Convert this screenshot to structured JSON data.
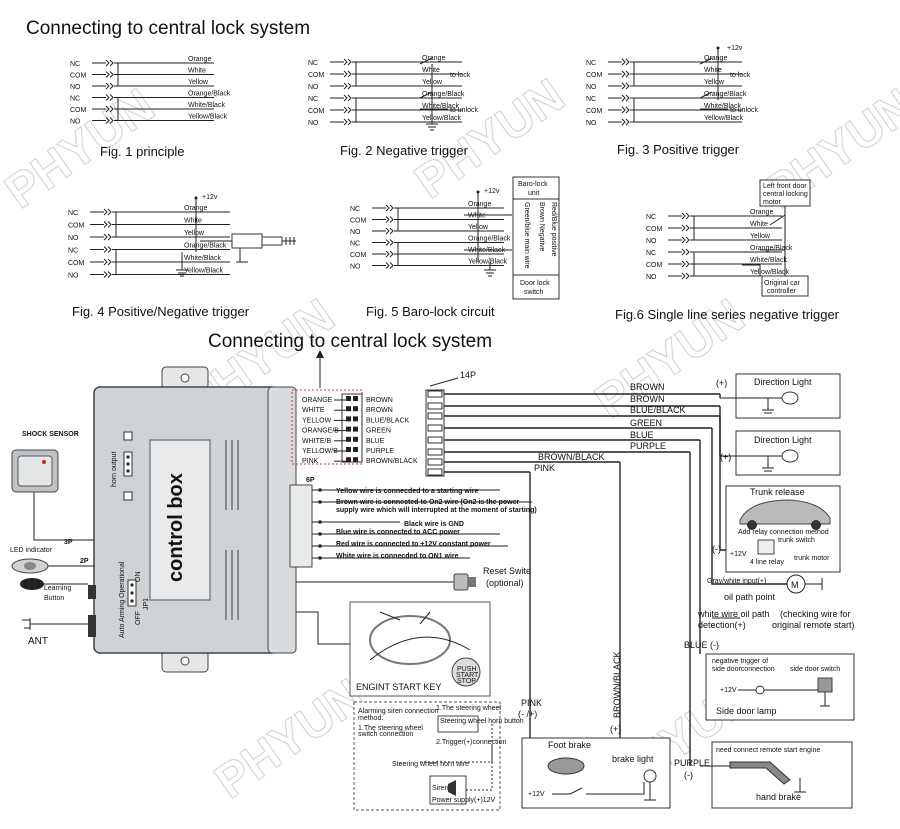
{
  "titles": {
    "top": "Connecting to central lock system",
    "middle": "Connecting to central lock system"
  },
  "watermark": "PHYUN",
  "terminals": [
    "NC",
    "COM",
    "NO",
    "NC",
    "COM",
    "NO"
  ],
  "wires": [
    "Orange",
    "White",
    "Yellow",
    "Orange/Black",
    "White/Black",
    "Yellow/Black"
  ],
  "figs": {
    "f1": "Fig. 1  principle",
    "f2": "Fig. 2  Negative trigger",
    "f3": "Fig. 3  Positive trigger",
    "f4": "Fig. 4  Positive/Negative trigger",
    "f5": "Fig. 5  Baro-lock circuit",
    "f6": "Fig.6  Single line series negative trigger"
  },
  "notes": {
    "to_lock": "to lock",
    "to_unlock": "to unlock",
    "plus12": "+12v",
    "baro_unit": "Baro-lock unit",
    "red_blue_positive": "Red/Blue positive",
    "brown_negative": "Brown Negative",
    "green_blue_main": "Green/blue main wire",
    "door_lock_switch": "Door lock switch",
    "left_front_door": "Left front door central locking motor",
    "original_car_controller": "Original car controller"
  },
  "control_box": {
    "label": "control box",
    "horn_output": "horn output",
    "auto_arming": "Auto Arming Operational",
    "jp1": "JP1",
    "on": "ON",
    "off": "OFF",
    "shock_sensor": "SHOCK SENSOR",
    "led_indicator": "LED indicator",
    "learning_button": "Learning Button",
    "ant": "ANT",
    "p3": "3P",
    "p2": "2P",
    "p6": "6P",
    "p14": "14P"
  },
  "connector_left": [
    "ORANGE",
    "WHITE",
    "YELLOW",
    "ORANGE/B",
    "WHITE/B",
    "YELLOW/B",
    "PINK"
  ],
  "connector_right": [
    "BROWN",
    "BROWN",
    "BLUE/BLACK",
    "GREEN",
    "BLUE",
    "PURPLE",
    "BROWN/BLACK"
  ],
  "p6_notes": [
    "Yellow wire is connecded to a starting wire",
    "Brown wire is connected to On2 wire (On2 is the power",
    "supply wire which will interrupted at the moment of starting)",
    "Black wire is GND",
    "Blue wire is connected to ACC power",
    "Red wire is connected to +12V constant power",
    "White wire is connecded to ON1 wire"
  ],
  "harness": [
    "BROWN",
    "BROWN",
    "BLUE/BLACK",
    "GREEN",
    "BLUE",
    "PURPLE",
    "BROWN/BLACK",
    "PINK"
  ],
  "right_side": {
    "direction_light": "Direction Light",
    "plus": "(+)",
    "minus": "(-)",
    "trunk_release": "Trunk release",
    "add_relay": "Add relay connection method",
    "trunk_switch": "trunk switch",
    "trunk_motor": "trunk motor",
    "four_line_relay": "4 line relay",
    "plus12v": "+12V",
    "gray_white": "Gray/white  input(+)",
    "motor": "M",
    "oil_path": "oil path point",
    "white_wire_oil": "white wire oil path",
    "detection": "detection(+)",
    "checking": "(checking wire for",
    "original_remote": "original remote start)",
    "blue_minus": "BLUE (-)",
    "neg_trigger_side": "negative trigger of",
    "side_door_conn": "side doorconnection",
    "side_door_switch": "side door switch",
    "side_door_lamp": "Side door lamp",
    "remote_start_engine": "need connect remote start engine",
    "hand_brake": "hand brake",
    "purple_minus_a": "PURPLE",
    "purple_minus_b": "(-)"
  },
  "bottom": {
    "reset_switch": "Reset Swite",
    "optional": "(optional)",
    "engine_start_key": "ENGINT START KEY",
    "push_start": "PUSH START STOP",
    "pink_label": "PINK",
    "pink_sign": "(- /+)",
    "brown_black_v": "BROWN/BLACK",
    "brown_black_sign": "(+)",
    "foot_brake": "Foot brake",
    "brake_light": "brake light",
    "plus12v": "+12V",
    "siren_title_a": "Alarming siren connection",
    "siren_title_b": "method:",
    "siren_1a": "1.The steering wheel",
    "siren_1b": "switch connection",
    "siren_2": "2.Trigger(+)connection",
    "steering_horn_wire": "Steering wheel horn wire",
    "horn_button": "Steering wheel horn button",
    "siren": "Siren",
    "power_supply": "Power supply(+)12V"
  }
}
